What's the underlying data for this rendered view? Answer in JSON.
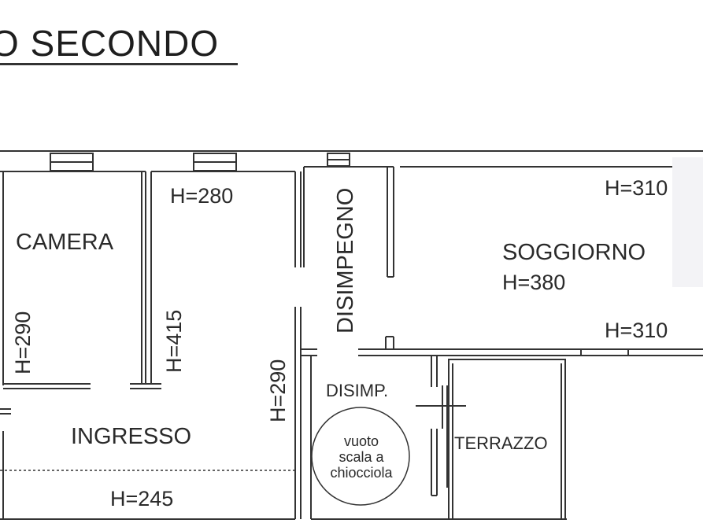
{
  "title": "O SECONDO",
  "rooms": {
    "camera": "CAMERA",
    "ingresso": "INGRESSO",
    "disimpegno": "DISIMPEGNO",
    "soggiorno": "SOGGIORNO",
    "disimp": "DISIMP.",
    "terrazzo": "TERRAZZO",
    "stair_line1": "vuoto",
    "stair_line2": "scala a",
    "stair_line3": "chiocciola"
  },
  "heights": {
    "h280": "H=280",
    "h310_top": "H=310",
    "h380": "H=380",
    "h310_right": "H=310",
    "h290_camera": "H=290",
    "h415": "H=415",
    "h290_mid": "H=290",
    "h245": "H=245"
  }
}
